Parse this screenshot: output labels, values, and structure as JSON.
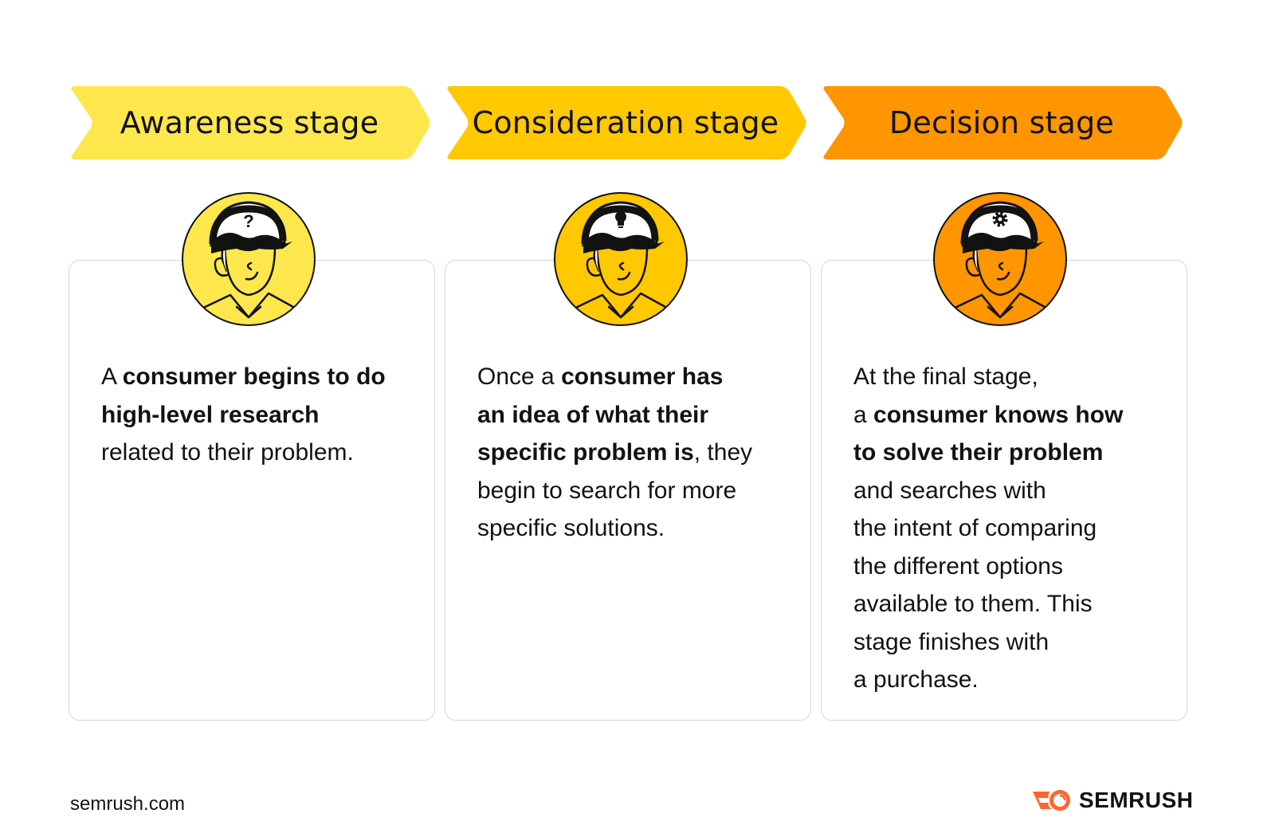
{
  "stages": [
    {
      "title": "Awareness stage",
      "color": "#FDE74C",
      "icon": "question-mark-icon",
      "icon_glyph": "?",
      "text": [
        {
          "t": "A ",
          "b": false
        },
        {
          "t": "consumer begins to do high-level research",
          "b": true
        },
        {
          "t": " related to their problem.",
          "b": false
        }
      ],
      "lines": [
        [
          {
            "t": "A ",
            "b": false
          },
          {
            "t": "consumer begins to do",
            "b": true
          }
        ],
        [
          {
            "t": "high-level research",
            "b": true
          }
        ],
        [
          {
            "t": "related to their problem.",
            "b": false
          }
        ]
      ]
    },
    {
      "title": "Consideration stage",
      "color": "#FFC800",
      "icon": "lightbulb-icon",
      "icon_glyph": "lightbulb",
      "lines": [
        [
          {
            "t": "Once a ",
            "b": false
          },
          {
            "t": "consumer has",
            "b": true
          }
        ],
        [
          {
            "t": "an idea of what their",
            "b": true
          }
        ],
        [
          {
            "t": "specific problem is",
            "b": true
          },
          {
            "t": ", they",
            "b": false
          }
        ],
        [
          {
            "t": "begin to search for more",
            "b": false
          }
        ],
        [
          {
            "t": "specific solutions.",
            "b": false
          }
        ]
      ]
    },
    {
      "title": "Decision stage",
      "color": "#FF9500",
      "icon": "gear-icon",
      "icon_glyph": "gear",
      "lines": [
        [
          {
            "t": "At the final stage,",
            "b": false
          }
        ],
        [
          {
            "t": "a ",
            "b": false
          },
          {
            "t": "consumer knows how",
            "b": true
          }
        ],
        [
          {
            "t": "to solve their problem",
            "b": true
          }
        ],
        [
          {
            "t": "and searches with",
            "b": false
          }
        ],
        [
          {
            "t": "the intent of comparing",
            "b": false
          }
        ],
        [
          {
            "t": "the different options",
            "b": false
          }
        ],
        [
          {
            "t": "available to them. This",
            "b": false
          }
        ],
        [
          {
            "t": "stage finishes with",
            "b": false
          }
        ],
        [
          {
            "t": "a purchase.",
            "b": false
          }
        ]
      ]
    }
  ],
  "footer": {
    "url": "semrush.com",
    "brand": "SEMRUSH",
    "brand_color": "#FF642D"
  }
}
